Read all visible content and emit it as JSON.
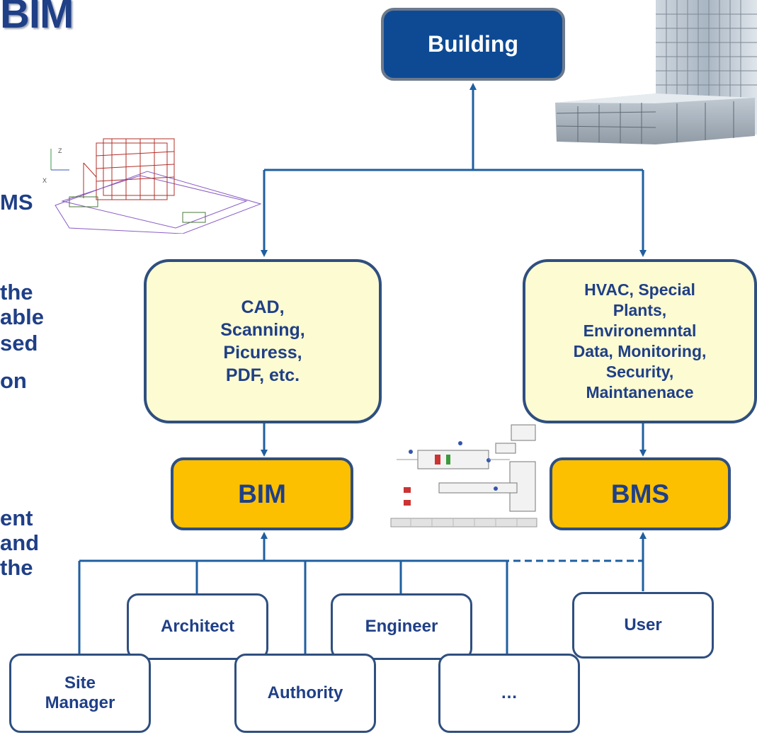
{
  "title_fragment": "BIM",
  "side_text": {
    "line1": "MS",
    "line2": "the",
    "line3": "able",
    "line4": "sed",
    "line5": "on",
    "line6": "ent",
    "line7": "and",
    "line8": "the"
  },
  "nodes": {
    "building": "Building",
    "cad": [
      "CAD,",
      "Scanning,",
      "Picuress,",
      "PDF, etc."
    ],
    "hvac": [
      "HVAC, Special",
      "Plants,",
      "Environemntal",
      "Data, Monitoring,",
      "Security,",
      "Maintanenace"
    ],
    "bim": "BIM",
    "bms": "BMS",
    "architect": "Architect",
    "engineer": "Engineer",
    "user": "User",
    "site_manager": [
      "Site",
      "Manager"
    ],
    "authority": "Authority",
    "ellipsis": "…"
  },
  "colors": {
    "dark_blue": "#0e4a94",
    "text_blue": "#1f3f87",
    "yellow_fill": "#fdfbd1",
    "orange_fill": "#fdc000",
    "line": "#1f5fa0"
  }
}
